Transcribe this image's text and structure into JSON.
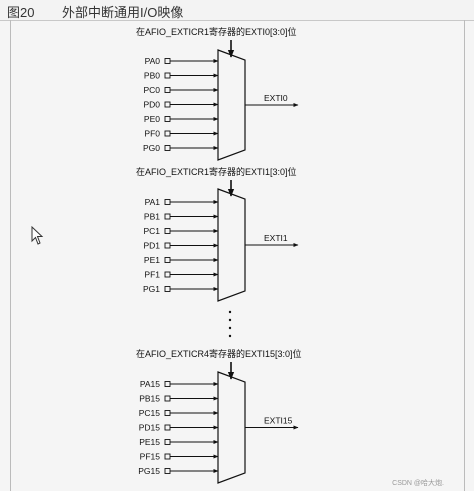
{
  "header": {
    "figure_label": "图20",
    "title": "外部中断通用I/O映像"
  },
  "groups": [
    {
      "register_label": "在AFIO_EXTICR1寄存器的EXTI0[3:0]位",
      "inputs": [
        "PA0",
        "PB0",
        "PC0",
        "PD0",
        "PE0",
        "PF0",
        "PG0"
      ],
      "output": "EXTI0"
    },
    {
      "register_label": "在AFIO_EXTICR1寄存器的EXTI1[3:0]位",
      "inputs": [
        "PA1",
        "PB1",
        "PC1",
        "PD1",
        "PE1",
        "PF1",
        "PG1"
      ],
      "output": "EXTI1"
    },
    {
      "register_label": "在AFIO_EXTICR4寄存器的EXTI15[3:0]位",
      "inputs": [
        "PA15",
        "PB15",
        "PC15",
        "PD15",
        "PE15",
        "PF15",
        "PG15"
      ],
      "output": "EXTI15"
    }
  ],
  "watermark": "CSDN @哈大炮.",
  "colors": {
    "line": "#111111",
    "background": "#f5f5f5"
  }
}
